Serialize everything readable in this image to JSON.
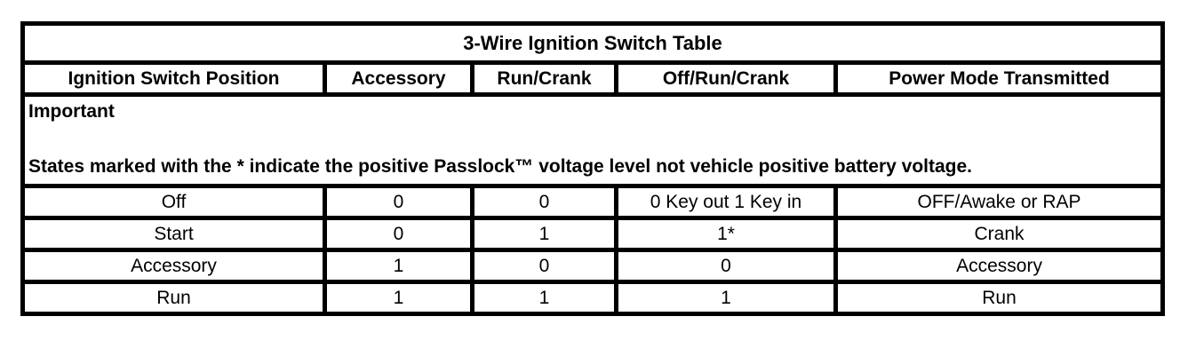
{
  "table": {
    "title": "3-Wire Ignition Switch Table",
    "columns": [
      "Ignition Switch Position",
      "Accessory",
      "Run/Crank",
      "Off/Run/Crank",
      "Power Mode Transmitted"
    ],
    "note": {
      "heading": "Important",
      "body": "States marked with the * indicate the positive Passlock™ voltage level not vehicle positive battery voltage."
    },
    "rows": [
      {
        "position": "Off",
        "accessory": "0",
        "run_crank": "0",
        "off_run_crank": "0 Key out 1 Key in",
        "power_mode": "OFF/Awake or RAP"
      },
      {
        "position": "Start",
        "accessory": "0",
        "run_crank": "1",
        "off_run_crank": "1*",
        "power_mode": "Crank"
      },
      {
        "position": "Accessory",
        "accessory": "1",
        "run_crank": "0",
        "off_run_crank": "0",
        "power_mode": "Accessory"
      },
      {
        "position": "Run",
        "accessory": "1",
        "run_crank": "1",
        "off_run_crank": "1",
        "power_mode": "Run"
      }
    ],
    "colors": {
      "border": "#000000",
      "text": "#000000",
      "background": "#ffffff"
    }
  }
}
